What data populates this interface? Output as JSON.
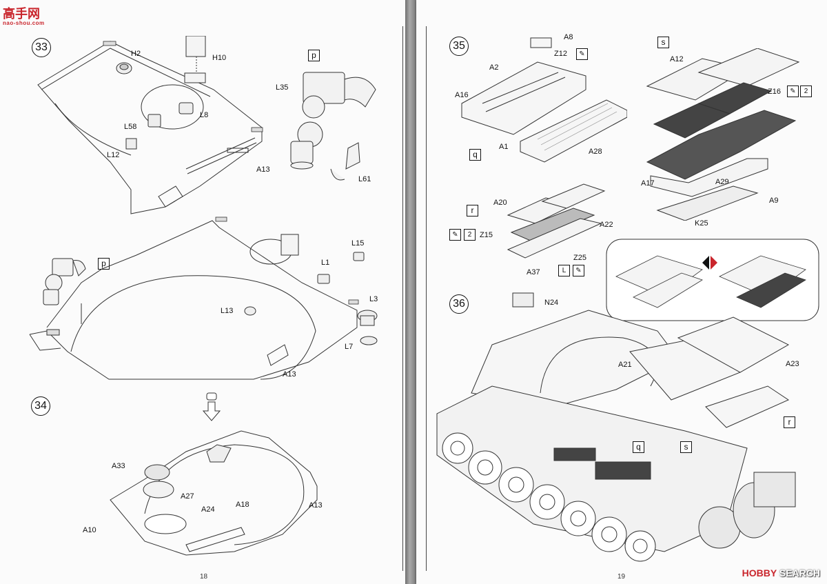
{
  "watermark_top": {
    "text": "高手网",
    "sub": "nao-shou.com"
  },
  "watermark_bottom": {
    "brand": "HOBBY",
    "rest": "SEARCH"
  },
  "pages": {
    "left_number": "18",
    "right_number": "19"
  },
  "steps": {
    "s33": "33",
    "s34": "34",
    "s35": "35",
    "s36": "36"
  },
  "tags": {
    "p1": "p",
    "p2": "p",
    "q1": "q",
    "q2": "q",
    "r1": "r",
    "r2": "r",
    "s1": "s",
    "s2": "s"
  },
  "icons": {
    "glue": "glue-icon",
    "two": "2",
    "left": "L"
  },
  "labels": {
    "H2": "H2",
    "H10": "H10",
    "L8": "L8",
    "L58": "L58",
    "L12": "L12",
    "A13a": "A13",
    "L35": "L35",
    "L61": "L61",
    "L15": "L15",
    "L1": "L1",
    "L13": "L13",
    "L3": "L3",
    "L7": "L7",
    "A13b": "A13",
    "A33": "A33",
    "A27": "A27",
    "A24": "A24",
    "A18": "A18",
    "A13c": "A13",
    "A10": "A10",
    "A8": "A8",
    "Z12": "Z12",
    "A2": "A2",
    "A16": "A16",
    "A1": "A1",
    "A28": "A28",
    "A12": "A12",
    "Z16": "Z16",
    "A17": "A17",
    "A29": "A29",
    "A9": "A9",
    "K25": "K25",
    "A20": "A20",
    "A22": "A22",
    "Z15": "Z15",
    "Z25": "Z25",
    "A37": "A37",
    "N24": "N24",
    "A21": "A21",
    "A23": "A23"
  }
}
